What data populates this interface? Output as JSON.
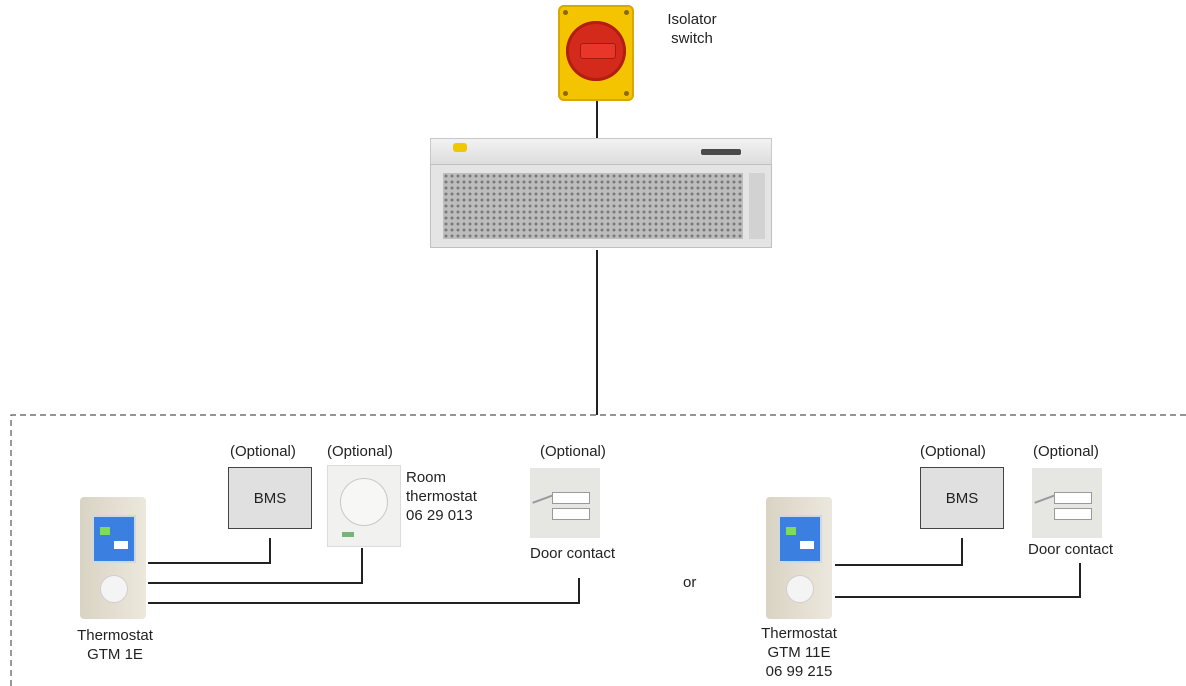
{
  "isolator": {
    "label_line1": "Isolator",
    "label_line2": "switch"
  },
  "left_group": {
    "bms": {
      "optional": "(Optional)",
      "label": "BMS"
    },
    "room_thermostat": {
      "optional": "(Optional)",
      "line1": "Room",
      "line2": "thermostat",
      "line3": "06 29 013"
    },
    "door_contact": {
      "optional": "(Optional)",
      "label": "Door contact"
    },
    "thermostat": {
      "line1": "Thermostat",
      "line2": "GTM 1E"
    }
  },
  "separator": "or",
  "right_group": {
    "bms": {
      "optional": "(Optional)",
      "label": "BMS"
    },
    "door_contact": {
      "optional": "(Optional)",
      "label": "Door contact"
    },
    "thermostat": {
      "line1": "Thermostat",
      "line2": "GTM 11E",
      "line3": "06 99 215"
    }
  },
  "colors": {
    "isolator_body": "#f5c400",
    "isolator_knob": "#d42a1c",
    "thermostat_screen": "#3b7fe0",
    "wire": "#222222"
  }
}
